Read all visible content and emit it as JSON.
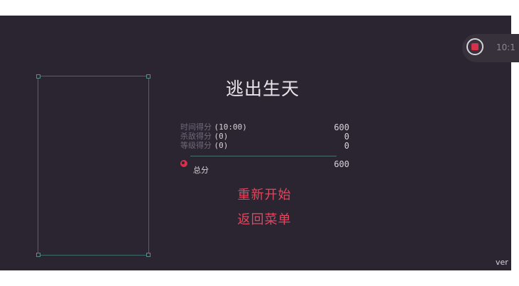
{
  "title": "逃出生天",
  "scores": {
    "time": {
      "label": "时间得分",
      "detail": "(10:00)",
      "value": "600"
    },
    "kill": {
      "label": "杀敌得分",
      "detail": "(0)",
      "value": "0"
    },
    "level": {
      "label": "等级得分",
      "detail": "(0)",
      "value": "0"
    },
    "total": {
      "label": "总分",
      "value": "600"
    }
  },
  "buttons": {
    "restart": "重新开始",
    "menu": "返回菜单"
  },
  "record": {
    "time": "10:1"
  },
  "version": "ver",
  "colors": {
    "background": "#2a2530",
    "accent": "#e4455e",
    "panel_border": "#3f6b6a"
  },
  "icons": {
    "record": "record-stop-icon",
    "total": "crimson-orb-icon"
  }
}
